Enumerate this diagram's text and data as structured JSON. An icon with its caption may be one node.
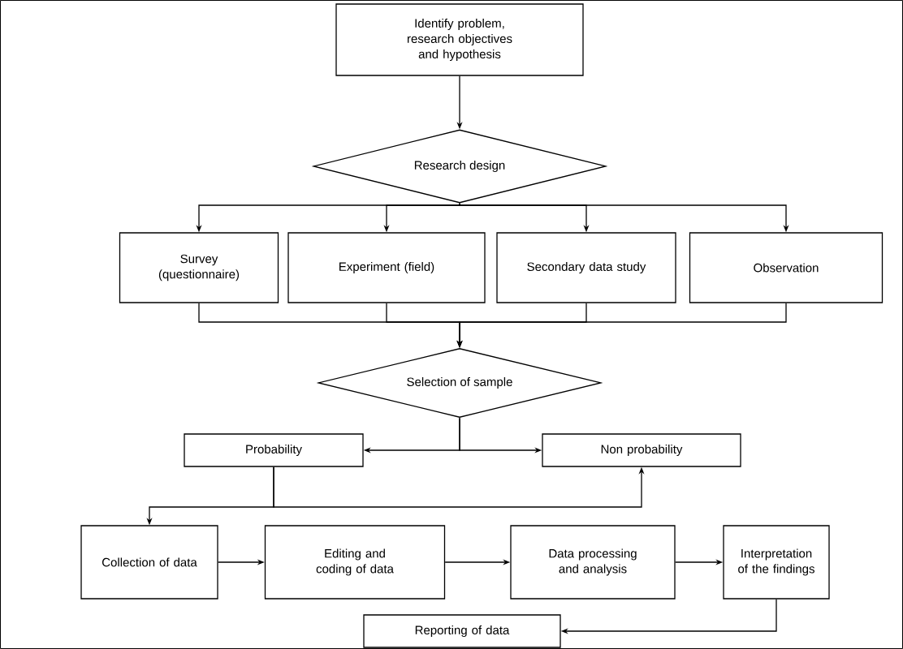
{
  "diagram": {
    "nodes": [
      {
        "text": [
          "Identify problem, research objectives and hypothesis"
        ]
      },
      {
        "text": [
          "Research design"
        ]
      },
      {
        "text": [
          "Survey (questionnaire)"
        ]
      },
      {
        "text": [
          "Experiment (field)"
        ]
      },
      {
        "text": [
          "Secondary data study"
        ]
      },
      {
        "text": [
          "Observation"
        ]
      },
      {
        "text": [
          "Selection of sample"
        ]
      },
      {
        "text": [
          "Probability"
        ]
      },
      {
        "text": [
          "Non probability"
        ]
      },
      {
        "text": [
          "Collection of data"
        ]
      },
      {
        "text": [
          "Editing and coding of data"
        ]
      },
      {
        "text": [
          "Data processing and analysis"
        ]
      },
      {
        "text": [
          "Interpretation of the findings"
        ]
      },
      {
        "text": [
          "Reporting of data"
        ]
      }
    ],
    "edges": [
      {
        "from": 0,
        "to": 1,
        "arrow": "to"
      },
      {
        "from": 1,
        "to": 2,
        "arrow": "to"
      },
      {
        "from": 1,
        "to": 3,
        "arrow": "to"
      },
      {
        "from": 1,
        "to": 4,
        "arrow": "to"
      },
      {
        "from": 1,
        "to": 5,
        "arrow": "to"
      },
      {
        "from": 2,
        "to": 6,
        "arrow": "to"
      },
      {
        "from": 3,
        "to": 6,
        "arrow": "to"
      },
      {
        "from": 4,
        "to": 6,
        "arrow": "to"
      },
      {
        "from": 5,
        "to": 6,
        "arrow": "to"
      },
      {
        "from": 6,
        "to": 7,
        "arrow": "to"
      },
      {
        "from": 6,
        "to": 8,
        "arrow": "to"
      },
      {
        "from": 7,
        "to": 9,
        "arrow": "to"
      },
      {
        "from": 7,
        "to": 8,
        "arrow": "to"
      },
      {
        "from": 9,
        "to": 10,
        "arrow": "to"
      },
      {
        "from": 10,
        "to": 11,
        "arrow": "to"
      },
      {
        "from": 11,
        "to": 12,
        "arrow": "to"
      },
      {
        "from": 12,
        "to": 13,
        "arrow": "to"
      }
    ]
  }
}
